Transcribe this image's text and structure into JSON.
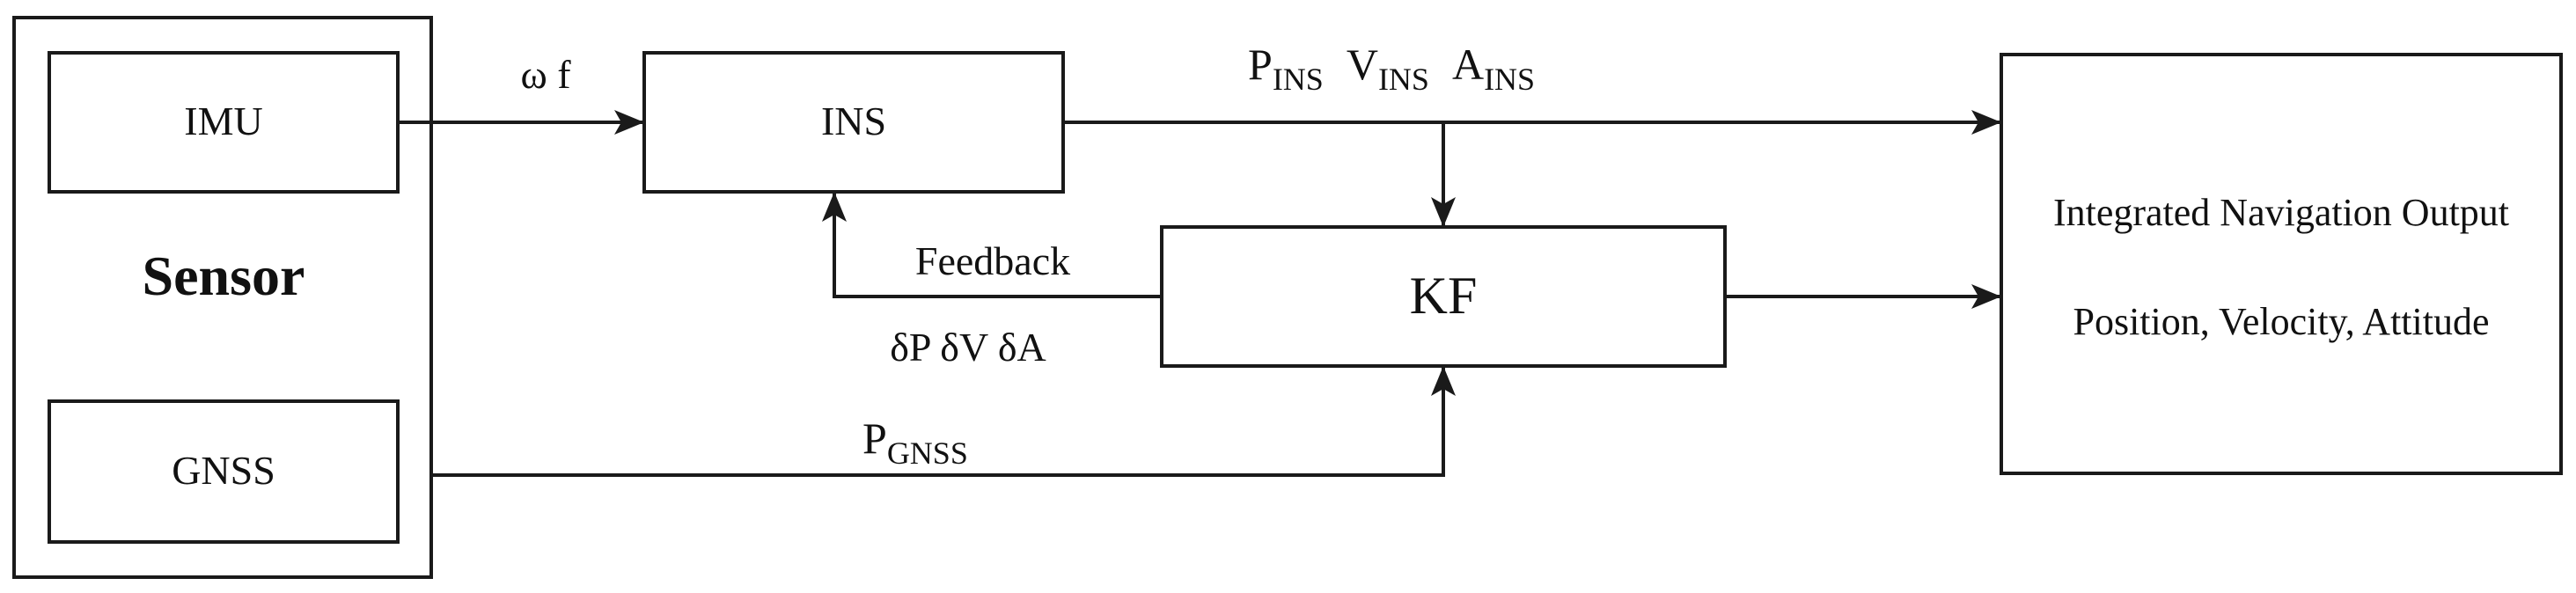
{
  "sensor": {
    "title": "Sensor",
    "imu": "IMU",
    "gnss": "GNSS"
  },
  "ins": {
    "label": "INS"
  },
  "kf": {
    "label": "KF"
  },
  "output": {
    "line1": "Integrated Navigation Output",
    "line2": "Position, Velocity, Attitude"
  },
  "signals": {
    "imu_to_ins": "ω  f",
    "ins_out": {
      "p": "P",
      "v": "V",
      "a": "A",
      "sub": "INS"
    },
    "feedback_title": "Feedback",
    "feedback_values": "δP δV δA",
    "gnss_out": {
      "p": "P",
      "sub": "GNSS"
    }
  },
  "colors": {
    "stroke": "#1a1a1a",
    "sensor_title": "#3a3a3a"
  }
}
